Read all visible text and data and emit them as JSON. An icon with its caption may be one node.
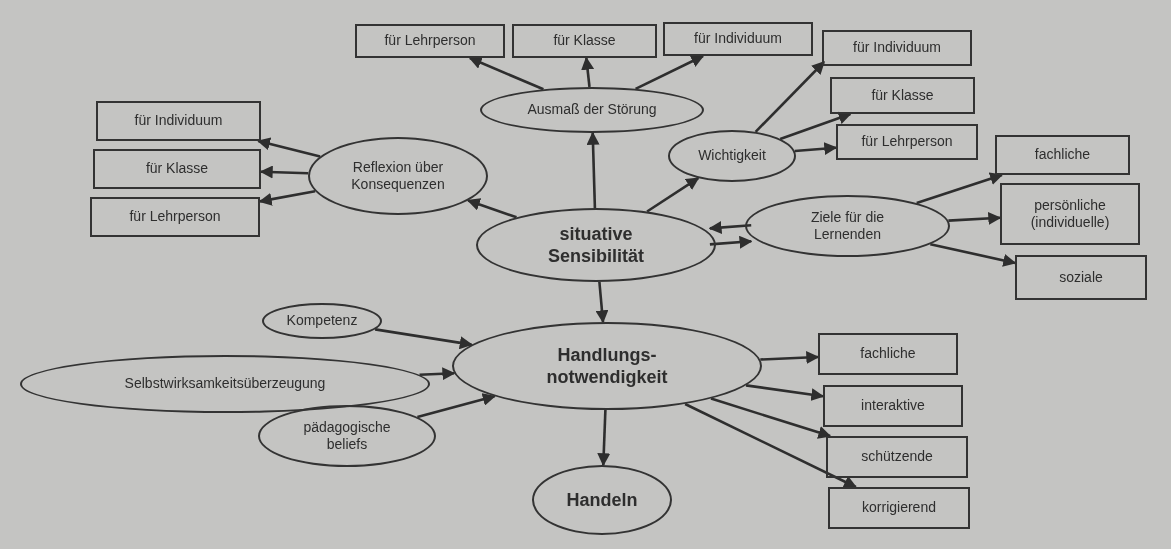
{
  "diagram": {
    "nodes": [
      {
        "text": [
          "situative Sensibilität"
        ]
      },
      {
        "text": [
          "Ausmaß der Störung"
        ]
      },
      {
        "text": [
          "für Lehrperson"
        ]
      },
      {
        "text": [
          "für Klasse"
        ]
      },
      {
        "text": [
          "für Individuum"
        ]
      },
      {
        "text": [
          "Reflexion über Konsequenzen"
        ]
      },
      {
        "text": [
          "für Individuum"
        ]
      },
      {
        "text": [
          "für Klasse"
        ]
      },
      {
        "text": [
          "für Lehrperson"
        ]
      },
      {
        "text": [
          "Wichtigkeit"
        ]
      },
      {
        "text": [
          "für Individuum"
        ]
      },
      {
        "text": [
          "für Klasse"
        ]
      },
      {
        "text": [
          "für Lehrperson"
        ]
      },
      {
        "text": [
          "Ziele für die Lernenden"
        ]
      },
      {
        "text": [
          "fachliche"
        ]
      },
      {
        "text": [
          "persönliche (individuelle)"
        ]
      },
      {
        "text": [
          "soziale"
        ]
      },
      {
        "text": [
          "Kompetenz"
        ]
      },
      {
        "text": [
          "Selbstwirksamkeitsüberzeugung"
        ]
      },
      {
        "text": [
          "pädagogische beliefs"
        ]
      },
      {
        "text": [
          "Handlungs- notwendigkeit"
        ]
      },
      {
        "text": [
          "fachliche"
        ]
      },
      {
        "text": [
          "interaktive"
        ]
      },
      {
        "text": [
          "schützende"
        ]
      },
      {
        "text": [
          "korrigierend"
        ]
      },
      {
        "text": [
          "Handeln"
        ]
      }
    ],
    "edges": [
      {
        "from": 0,
        "to": 1,
        "arrow": "to"
      },
      {
        "from": 1,
        "to": 2,
        "arrow": "to"
      },
      {
        "from": 1,
        "to": 3,
        "arrow": "to"
      },
      {
        "from": 1,
        "to": 4,
        "arrow": "to"
      },
      {
        "from": 0,
        "to": 5,
        "arrow": "to"
      },
      {
        "from": 5,
        "to": 6,
        "arrow": "to"
      },
      {
        "from": 5,
        "to": 7,
        "arrow": "to"
      },
      {
        "from": 5,
        "to": 8,
        "arrow": "to"
      },
      {
        "from": 0,
        "to": 9,
        "arrow": "to"
      },
      {
        "from": 9,
        "to": 10,
        "arrow": "to"
      },
      {
        "from": 9,
        "to": 11,
        "arrow": "to"
      },
      {
        "from": 9,
        "to": 12,
        "arrow": "to"
      },
      {
        "from": 13,
        "to": 0,
        "arrow": "to"
      },
      {
        "from": 0,
        "to": 13,
        "arrow": "to"
      },
      {
        "from": 13,
        "to": 14,
        "arrow": "to"
      },
      {
        "from": 13,
        "to": 15,
        "arrow": "to"
      },
      {
        "from": 13,
        "to": 16,
        "arrow": "to"
      },
      {
        "from": 0,
        "to": 20,
        "arrow": "to"
      },
      {
        "from": 17,
        "to": 20,
        "arrow": "to"
      },
      {
        "from": 18,
        "to": 20,
        "arrow": "to"
      },
      {
        "from": 19,
        "to": 20,
        "arrow": "to"
      },
      {
        "from": 20,
        "to": 21,
        "arrow": "to"
      },
      {
        "from": 20,
        "to": 22,
        "arrow": "to"
      },
      {
        "from": 20,
        "to": 23,
        "arrow": "to"
      },
      {
        "from": 20,
        "to": 24,
        "arrow": "to"
      },
      {
        "from": 20,
        "to": 25,
        "arrow": "to"
      }
    ]
  }
}
